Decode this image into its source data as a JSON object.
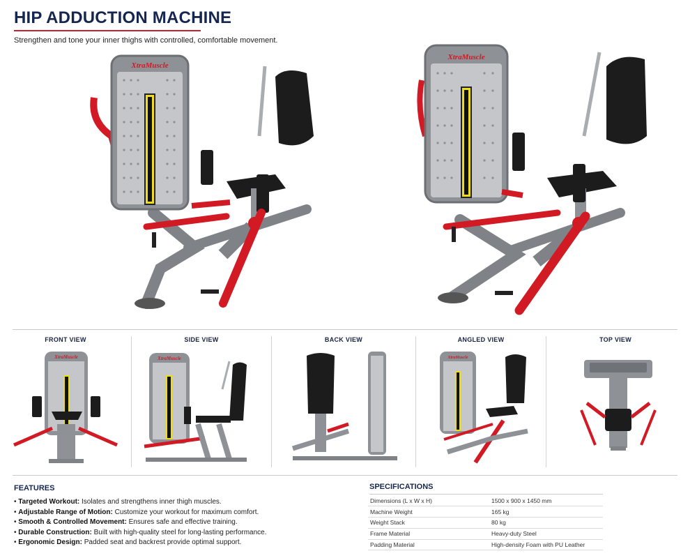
{
  "header": {
    "title": "HIP ADDUCTION MACHINE",
    "subtitle": "Strengthen and tone your inner thighs with controlled, comfortable movement."
  },
  "brand": {
    "logo_text": "XtraMuscle"
  },
  "colors": {
    "navy": "#17264f",
    "accent_red": "#d11a24",
    "frame_gray": "#8a8d91",
    "pad_black": "#1c1c1c",
    "stack_yellow": "#f0dc1e"
  },
  "views": [
    {
      "label": "FRONT VIEW"
    },
    {
      "label": "SIDE VIEW"
    },
    {
      "label": "BACK VIEW"
    },
    {
      "label": "ANGLED VIEW"
    },
    {
      "label": "TOP VIEW"
    }
  ],
  "features": {
    "title": "FEATURES",
    "items": [
      {
        "name": "Targeted Workout:",
        "text": " Isolates and strengthens inner thigh muscles."
      },
      {
        "name": "Adjustable Range of Motion:",
        "text": " Customize your workout for maximum comfort."
      },
      {
        "name": "Smooth & Controlled Movement:",
        "text": " Ensures safe and effective training."
      },
      {
        "name": "Durable Construction:",
        "text": " Built with high-quality steel for long-lasting performance."
      },
      {
        "name": "Ergonomic Design:",
        "text": " Padded seat and backrest provide optimal support."
      }
    ]
  },
  "specifications": {
    "title": "SPECIFICATIONS",
    "rows": [
      {
        "key": "Dimensions (L x W x H)",
        "value": "1500 x 900 x 1450 mm"
      },
      {
        "key": "Machine Weight",
        "value": "165 kg"
      },
      {
        "key": "Weight Stack",
        "value": "80 kg"
      },
      {
        "key": "Frame Material",
        "value": "Heavy-duty Steel"
      },
      {
        "key": "Padding Material",
        "value": "High-density Foam with PU Leather"
      }
    ]
  }
}
